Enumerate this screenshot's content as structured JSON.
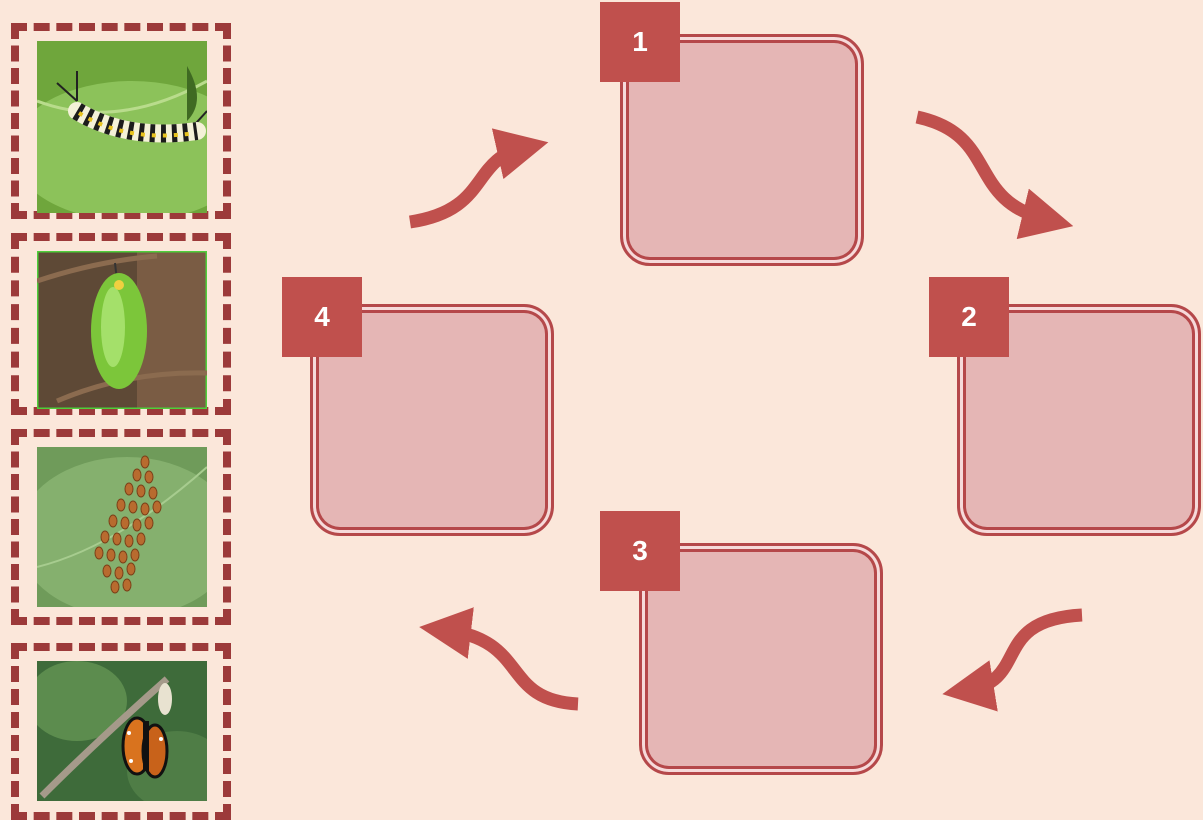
{
  "colors": {
    "background": "#fbe7da",
    "accent": "#c0504d",
    "box_fill": "#e5b6b5",
    "frame": "#9c3a3a"
  },
  "stages": [
    {
      "number": "1"
    },
    {
      "number": "2"
    },
    {
      "number": "3"
    },
    {
      "number": "4"
    }
  ],
  "pictures": [
    {
      "subject": "caterpillar"
    },
    {
      "subject": "chrysalis"
    },
    {
      "subject": "eggs"
    },
    {
      "subject": "butterfly"
    }
  ]
}
